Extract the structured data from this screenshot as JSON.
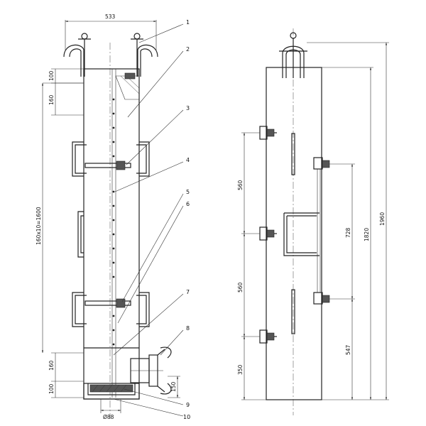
{
  "left_view": {
    "dims": {
      "top_width": "533",
      "d100_top": "100",
      "d160_top": "160",
      "total": "160x10=1600",
      "d160_bottom": "160",
      "d100_bottom": "100",
      "d150": "150",
      "dia": "Ø88"
    },
    "part_numbers": [
      "1",
      "2",
      "3",
      "4",
      "5",
      "6",
      "7",
      "8",
      "9",
      "10"
    ]
  },
  "right_view": {
    "dims": {
      "d560_top": "560",
      "d560_mid": "560",
      "d350": "350",
      "d728": "728",
      "d547": "547",
      "d1820": "1820",
      "d1960": "1960"
    }
  }
}
